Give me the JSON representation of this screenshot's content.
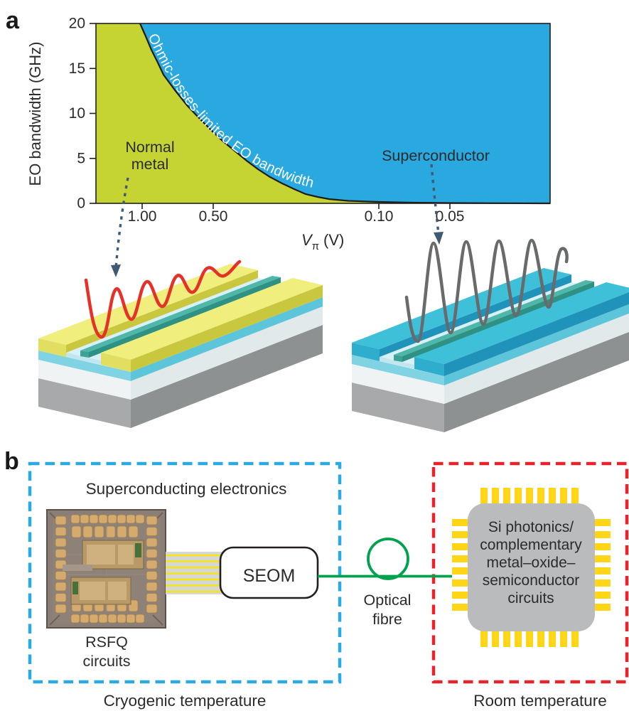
{
  "colors": {
    "region_normal_metal": "#c6d433",
    "region_superconductor": "#2aa9e0",
    "curve_label_color": "#ffffff",
    "cryo_box_blue": "#2baae1",
    "room_box_red": "#e8232a",
    "fibre_green": "#00a24e",
    "pin_yellow": "#ffd517",
    "cmos_chip_gray": "#b9bbbd",
    "signal_red": "#e63129",
    "signal_gray": "#696a6c",
    "arrow_blue_gray": "#3f5a73",
    "electrode_yellow": "#f0ee7c",
    "electrode_cyan": "#3fc0d9"
  },
  "panel_a": {
    "label": "a",
    "chart": {
      "ylabel": "EO bandwidth (GHz)",
      "yticks": [
        "20",
        "15",
        "10",
        "5",
        "0"
      ],
      "xticks": [
        "1.00",
        "0.50",
        "0.10",
        "0.05"
      ],
      "xlabel": {
        "base": "V",
        "sub": "π",
        "unit": "(V)"
      },
      "curve_label": "Ohmic-losses-limited EO bandwidth",
      "normal_metal": {
        "line1": "Normal",
        "line2": "metal"
      },
      "superconductor": "Superconductor"
    },
    "chart_data": {
      "type": "area",
      "title": "",
      "xlabel": "Vπ (V)",
      "ylabel": "EO bandwidth (GHz)",
      "x_scale": "log-reversed",
      "x_tick_values": [
        1.0,
        0.5,
        0.1,
        0.05
      ],
      "ylim": [
        0,
        20
      ],
      "grid": false,
      "regions": [
        {
          "name": "Normal metal",
          "color": "#c6d433",
          "position": "below-left of boundary"
        },
        {
          "name": "Superconductor",
          "color": "#2aa9e0",
          "position": "above-right of boundary"
        }
      ],
      "boundary_label": "Ohmic-losses-limited EO bandwidth",
      "boundary_curve_points_vpi_ghz": [
        [
          1.02,
          20
        ],
        [
          0.9,
          16.3
        ],
        [
          0.8,
          13.2
        ],
        [
          0.7,
          10.4
        ],
        [
          0.6,
          7.9
        ],
        [
          0.5,
          5.9
        ],
        [
          0.4,
          3.9
        ],
        [
          0.3,
          2.2
        ],
        [
          0.2,
          1.0
        ],
        [
          0.1,
          0.2
        ],
        [
          0.05,
          0.05
        ]
      ]
    }
  },
  "panel_b": {
    "label": "b",
    "cryo_box_title": "Superconducting electronics",
    "rsfq": {
      "line1": "RSFQ",
      "line2": "circuits"
    },
    "seom": "SEOM",
    "fibre": {
      "line1": "Optical",
      "line2": "fibre"
    },
    "cmos_lines": [
      "Si photonics/",
      "complementary",
      "metal–oxide–",
      "semiconductor",
      "circuits"
    ],
    "cryo_caption": "Cryogenic temperature",
    "room_caption": "Room temperature"
  }
}
